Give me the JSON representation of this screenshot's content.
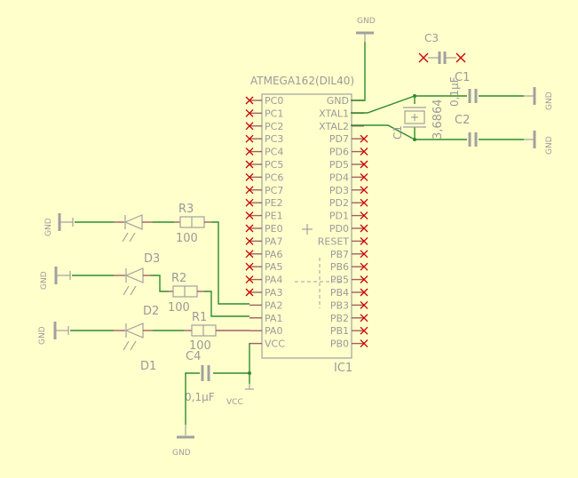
{
  "ic": {
    "title": "ATMEGA162(DIL40)",
    "name": "IC1",
    "left_pins": [
      "PC0",
      "PC1",
      "PC2",
      "PC3",
      "PC4",
      "PC5",
      "PC6",
      "PC7",
      "PE2",
      "PE1",
      "PE0",
      "PA7",
      "PA6",
      "PA5",
      "PA4",
      "PA3",
      "PA2",
      "PA1",
      "PA0",
      "VCC"
    ],
    "right_pins": [
      "GND",
      "XTAL1",
      "XTAL2",
      "PD7",
      "PD6",
      "PD5",
      "PD4",
      "PD3",
      "PD2",
      "PD1",
      "PD0",
      "RESET",
      "PB7",
      "PB6",
      "PB5",
      "PB4",
      "PB3",
      "PB2",
      "PB1",
      "PB0"
    ]
  },
  "labels": {
    "gnd": "GND",
    "vcc": "VCC",
    "c3": "C3",
    "c1": "C1",
    "c1_value_a": "0,1μF",
    "c2": "C2",
    "crystal_value": "3,6864",
    "c4": "C4",
    "c4_value": "0,1μF",
    "r1": "R1",
    "r2": "R2",
    "r3": "R3",
    "r_value": "100",
    "d1": "D1",
    "d2": "D2",
    "d3": "D3"
  }
}
